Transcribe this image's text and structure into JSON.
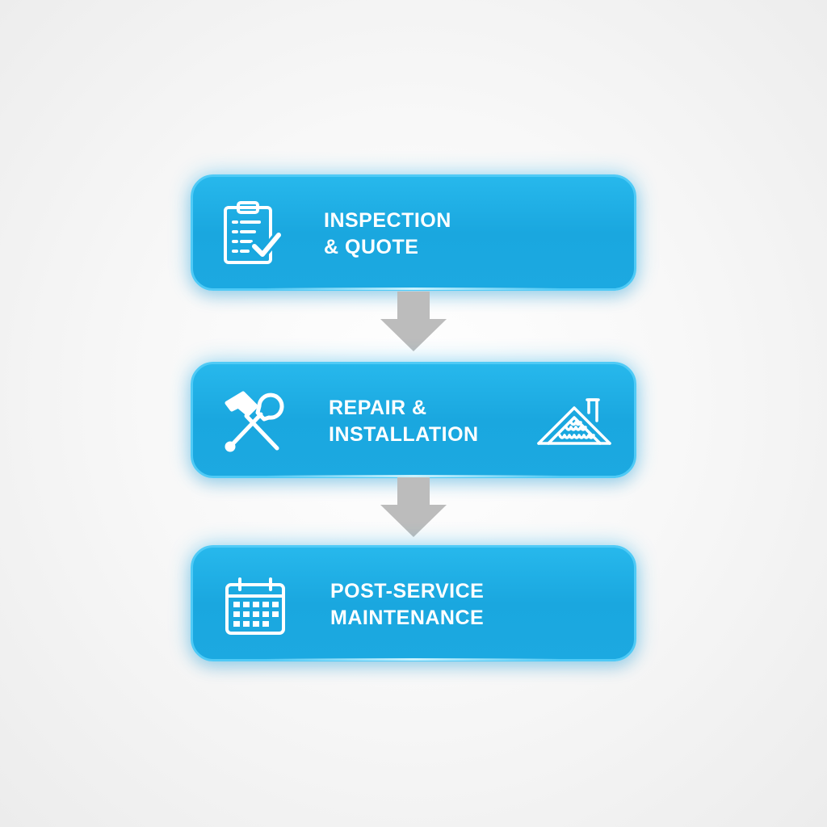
{
  "flow": {
    "steps": [
      {
        "id": "inspection",
        "lines": [
          "INSPECTION",
          "& QUOTE"
        ],
        "icons": [
          "clipboard-check-icon"
        ]
      },
      {
        "id": "repair",
        "lines": [
          "REPAIR &",
          "INSTALLATION"
        ],
        "icons": [
          "hammer-wrench-icon",
          "roof-shingles-icon"
        ]
      },
      {
        "id": "maintenance",
        "lines": [
          "POST-SERVICE",
          "MAINTENANCE"
        ],
        "icons": [
          "calendar-icon"
        ]
      }
    ],
    "connector": "down-arrow-icon"
  },
  "colors": {
    "card": "#1aa7df",
    "card_border": "#4fcaf6",
    "text": "#ffffff",
    "arrow": "#bdbdbd",
    "background": "#f5f5f5"
  }
}
